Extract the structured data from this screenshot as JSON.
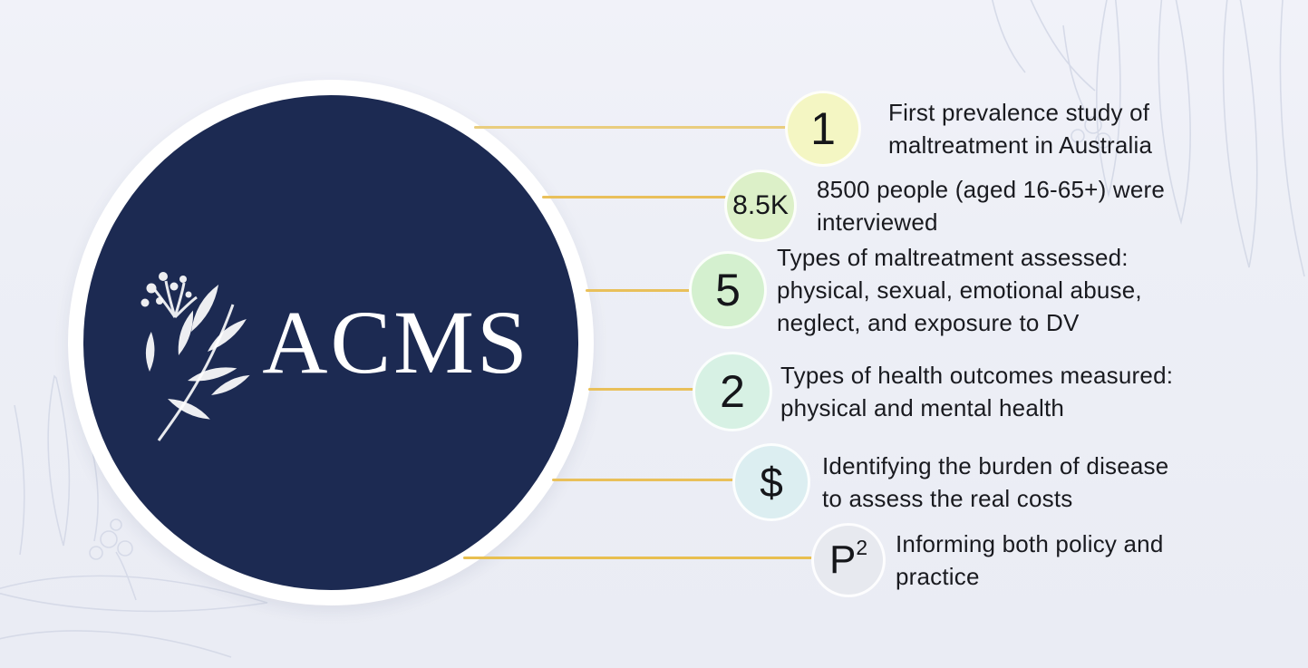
{
  "page": {
    "background_color": "#edeff6",
    "text_color": "#191a1f",
    "connector_color": "#e9c05a"
  },
  "logo": {
    "title": "ACMS",
    "circle_color": "#1c2a52",
    "ring_color": "#ffffff",
    "branch_icon": "eucalyptus-branch-icon"
  },
  "facts": [
    {
      "badge": "1",
      "badge_sup": "",
      "badge_color": "#f4f6c3",
      "text": "First prevalence study of\nmaltreatment in Australia"
    },
    {
      "badge": "8.5K",
      "badge_sup": "",
      "badge_color": "#dcf0c8",
      "text": "8500 people (aged 16-65+) were\ninterviewed"
    },
    {
      "badge": "5",
      "badge_sup": "",
      "badge_color": "#d4f0cf",
      "text": "Types of maltreatment assessed:\nphysical, sexual, emotional abuse,\nneglect, and exposure to DV"
    },
    {
      "badge": "2",
      "badge_sup": "",
      "badge_color": "#d7f1e4",
      "text": "Types of health outcomes measured:\nphysical and mental health"
    },
    {
      "badge": "$",
      "badge_sup": "",
      "badge_color": "#dceef1",
      "text": "Identifying the burden of disease\nto assess the real costs"
    },
    {
      "badge": "P",
      "badge_sup": "2",
      "badge_color": "#e7e9ef",
      "text": "Informing both policy and\npractice"
    }
  ]
}
